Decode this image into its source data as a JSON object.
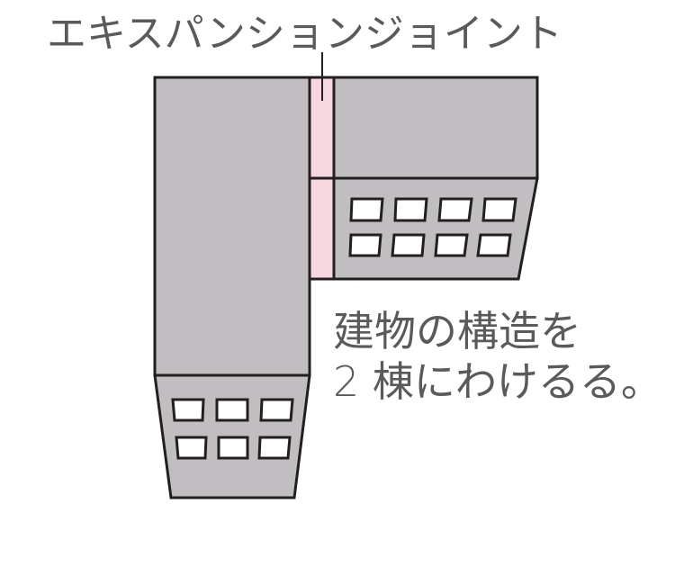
{
  "labels": {
    "joint": "エキスパンションジョイント",
    "note_line1": "建物の構造を",
    "note_line2": "2 棟にわけるる。"
  },
  "colors": {
    "building_fill": "#c0bec0",
    "outline": "#231f20",
    "joint_fill": "#f6d6df",
    "window_fill": "#ffffff",
    "text": "#5a5a5a"
  }
}
